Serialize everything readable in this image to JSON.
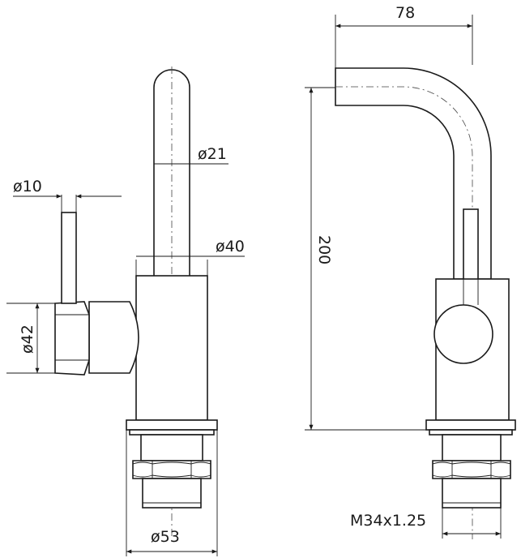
{
  "figure": {
    "front_view": {
      "dim_lever_diameter": "ø10",
      "dim_spout_diameter": "ø21",
      "dim_body_diameter": "ø40",
      "dim_handle_diameter": "ø42",
      "dim_base_diameter": "ø53"
    },
    "side_view": {
      "dim_reach": "78",
      "dim_height": "200",
      "dim_thread": "M34x1.25"
    }
  }
}
